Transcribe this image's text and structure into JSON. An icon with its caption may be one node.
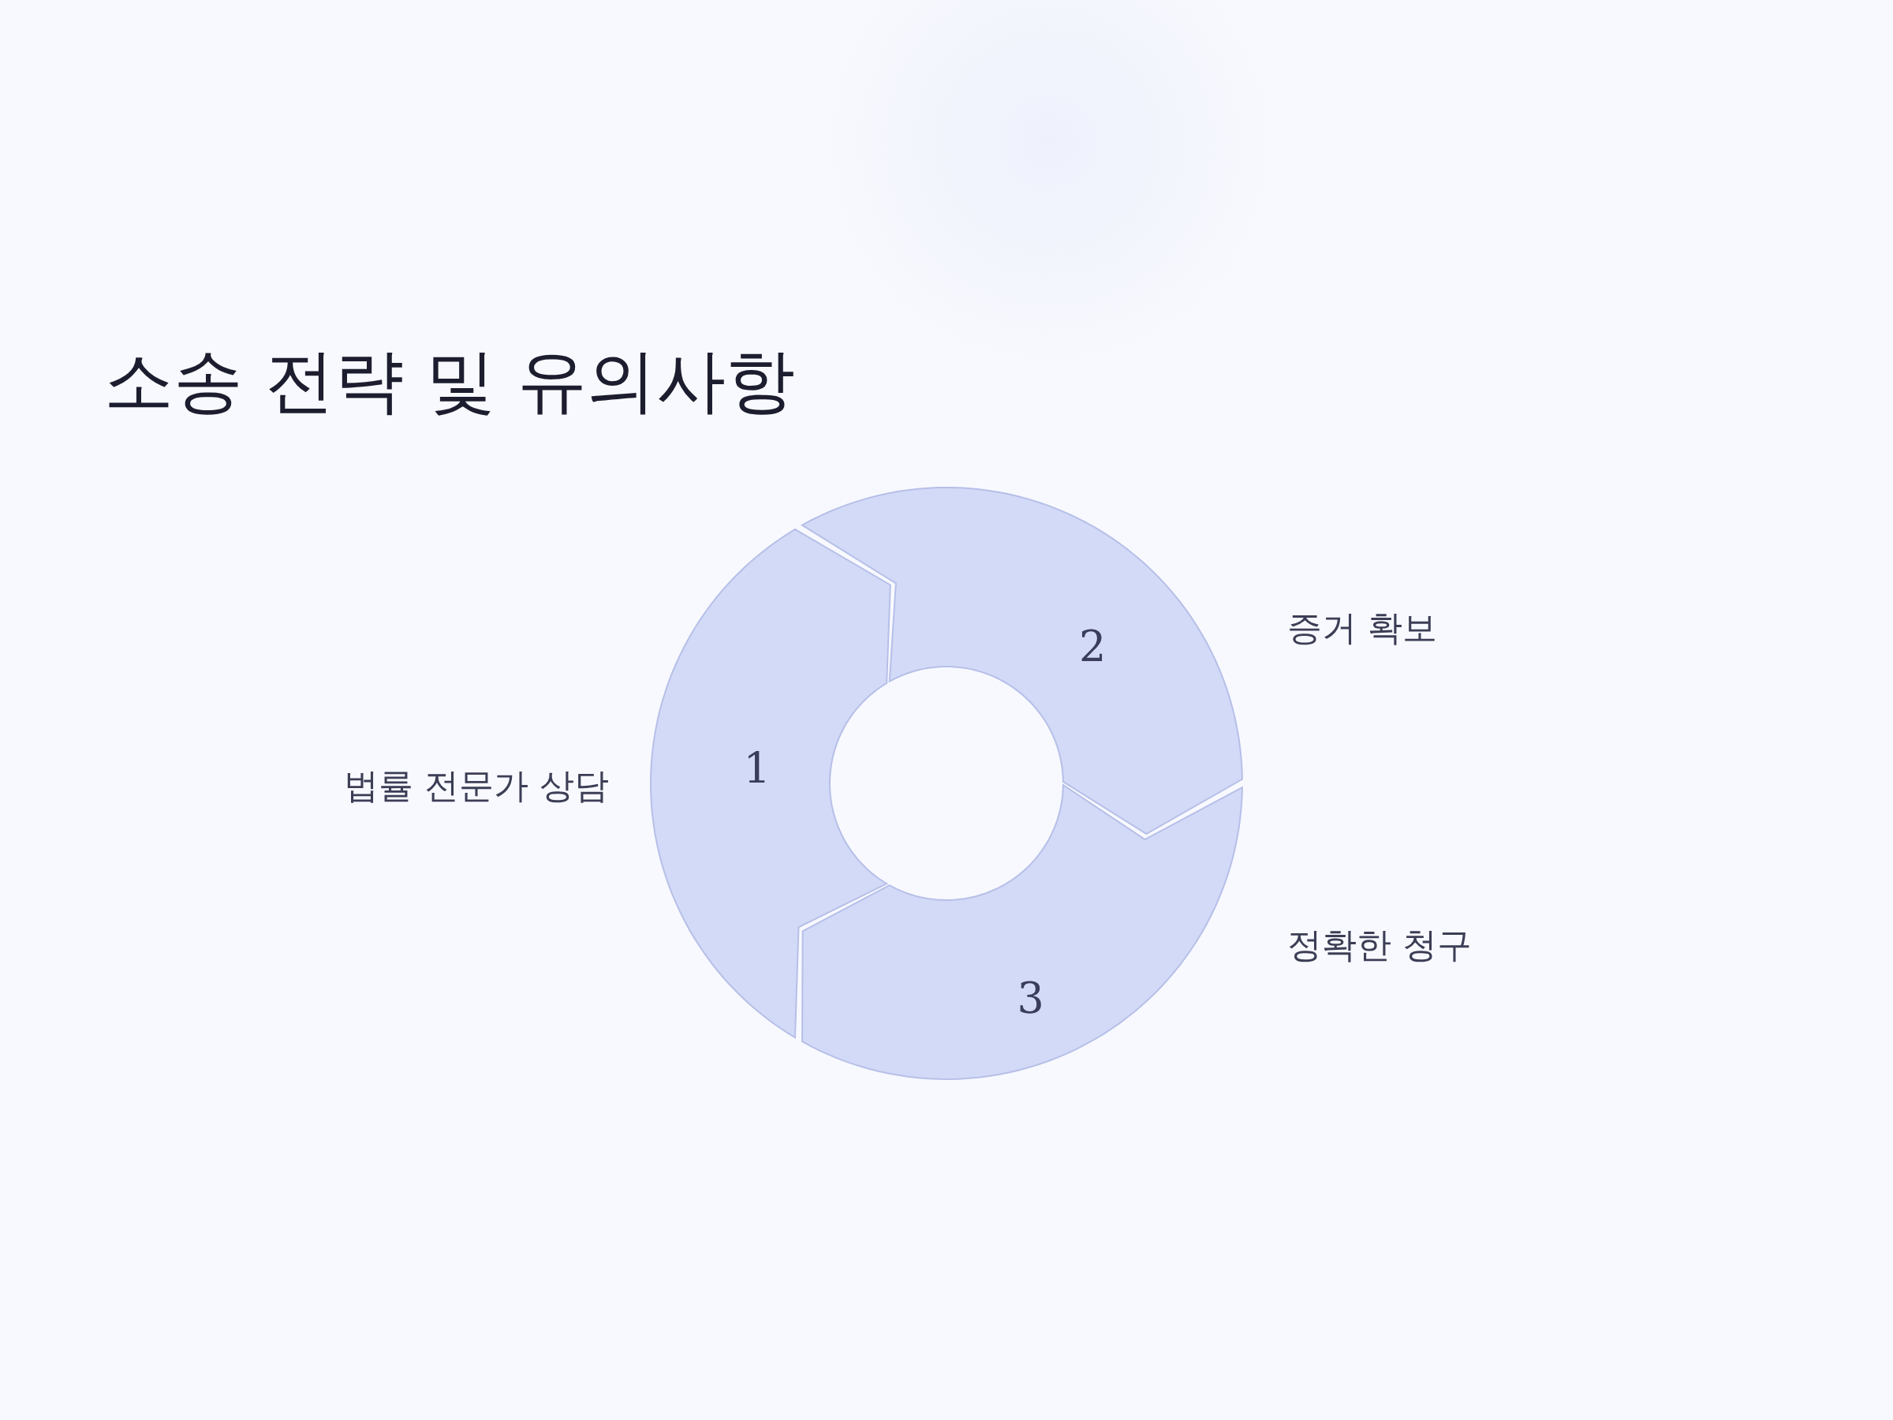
{
  "diagram": {
    "title": "소송 전략 및 유의사항",
    "nodes": [
      {
        "text": [
          "1"
        ],
        "beside": [
          "법률 전문가 상담"
        ]
      },
      {
        "text": [
          "2"
        ],
        "beside": [
          "증거 확보"
        ]
      },
      {
        "text": [
          "3"
        ],
        "beside": [
          "정확한 청구"
        ]
      }
    ]
  }
}
